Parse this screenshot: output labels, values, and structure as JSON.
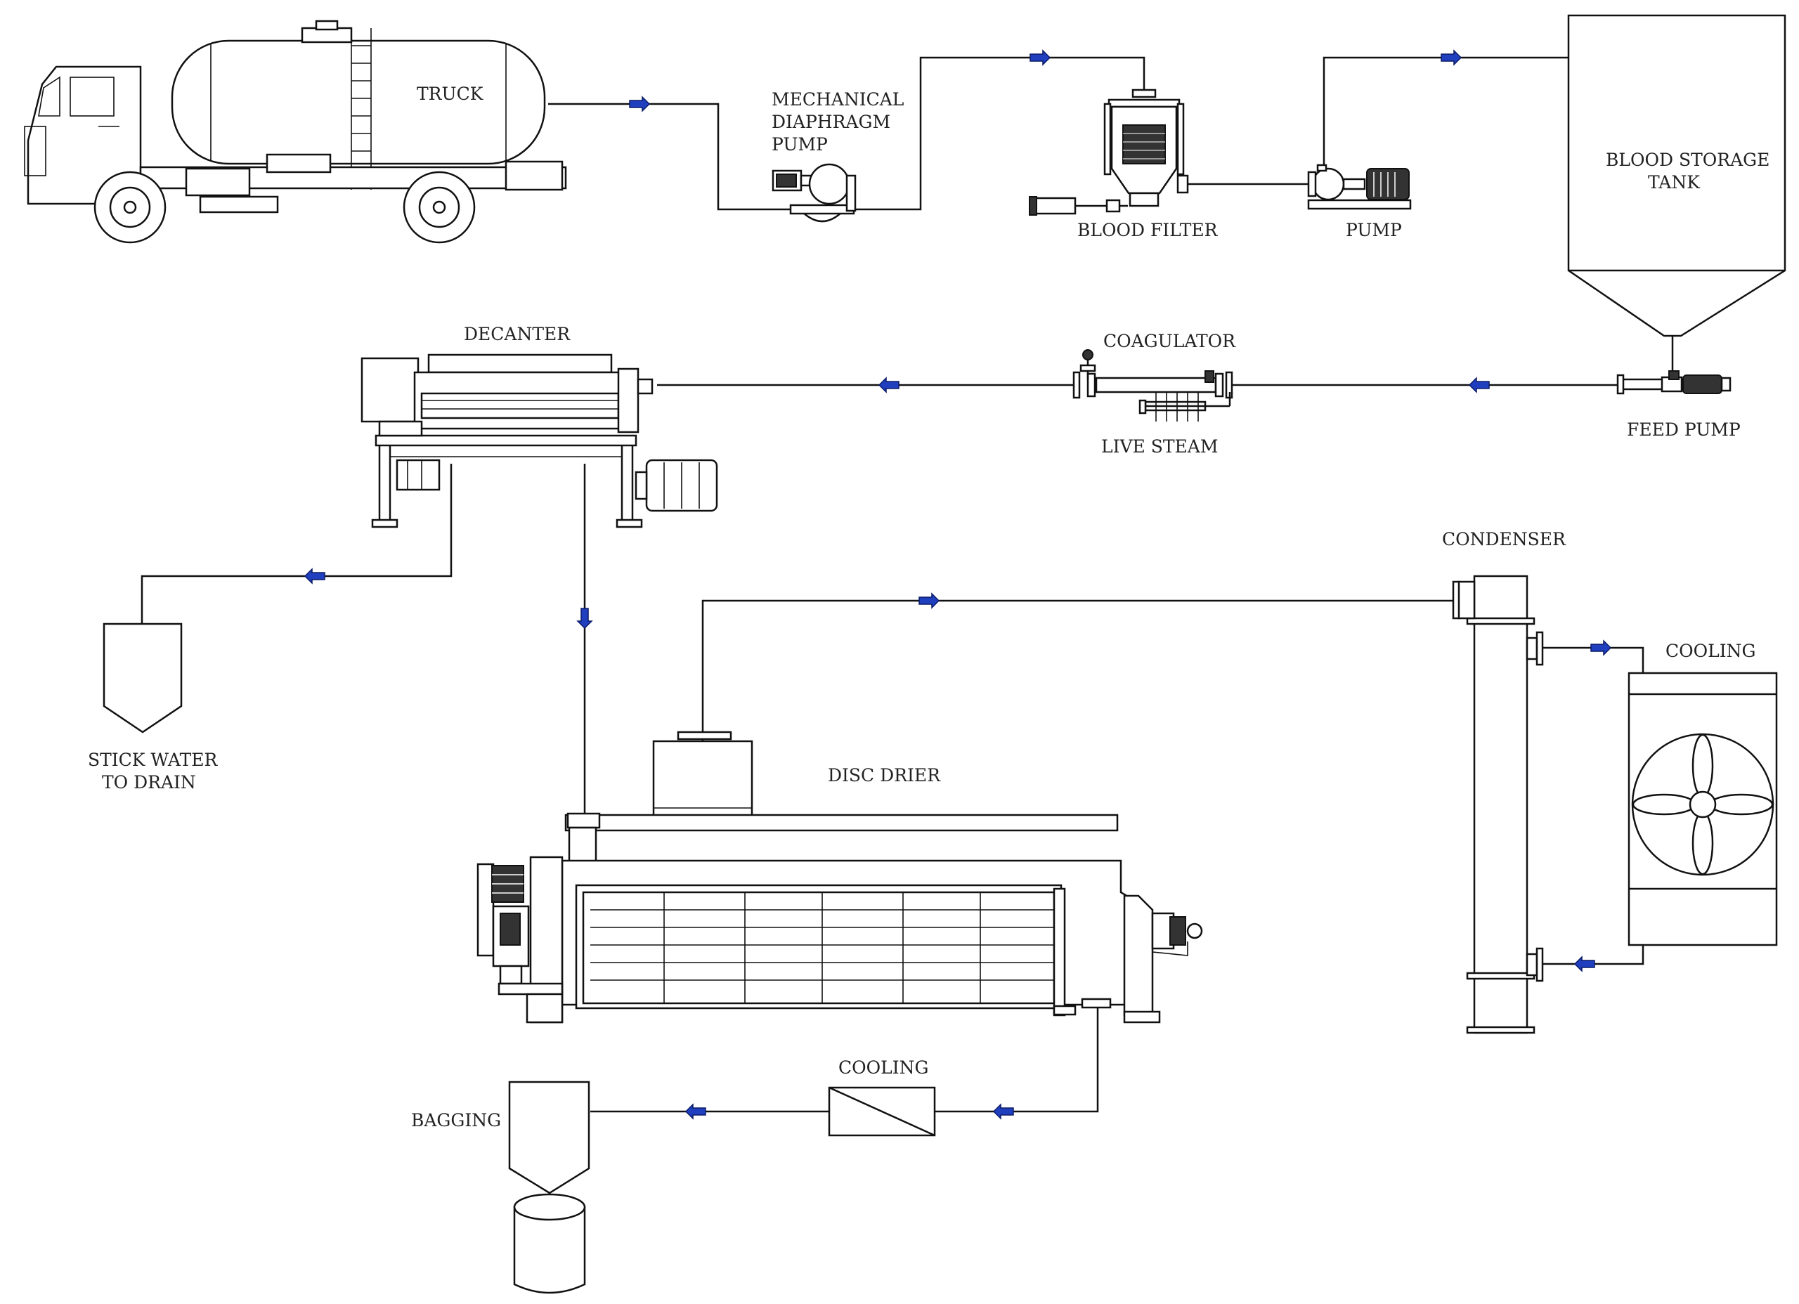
{
  "labels": {
    "truck": "TRUCK",
    "pump_mech_1": "MECHANICAL",
    "pump_mech_2": "DIAPHRAGM",
    "pump_mech_3": "PUMP",
    "blood_filter": "BLOOD FILTER",
    "pump": "PUMP",
    "storage_1": "BLOOD STORAGE",
    "storage_2": "TANK",
    "decanter": "DECANTER",
    "coagulator": "COAGULATOR",
    "live_steam": "LIVE STEAM",
    "feed_pump": "FEED PUMP",
    "condenser": "CONDENSER",
    "cooling_tower": "COOLING",
    "stick_1": "STICK WATER",
    "stick_2": "TO DRAIN",
    "disc_drier": "DISC DRIER",
    "cooling_unit": "COOLING",
    "bagging": "BAGGING"
  },
  "colors": {
    "line": "#111111",
    "flow_arrow": "#1f3fbf",
    "text": "#222222"
  },
  "icons": [
    "flow-arrow-right-icon",
    "flow-arrow-left-icon",
    "flow-arrow-down-icon",
    "fan-icon"
  ]
}
